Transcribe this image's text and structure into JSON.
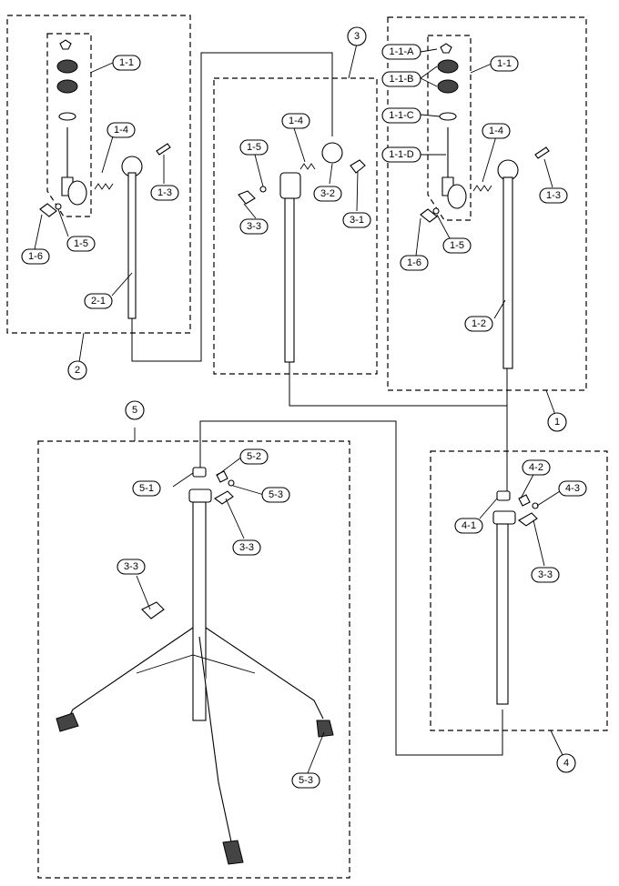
{
  "assemblies": [
    {
      "id": "1",
      "label": "1"
    },
    {
      "id": "2",
      "label": "2"
    },
    {
      "id": "3",
      "label": "3"
    },
    {
      "id": "4",
      "label": "4"
    },
    {
      "id": "5",
      "label": "5"
    }
  ],
  "parts": {
    "p1_1_left": "1-1",
    "p1_4_left": "1-4",
    "p1_3_left": "1-3",
    "p1_5_left": "1-5",
    "p1_6_left": "1-6",
    "p2_1": "2-1",
    "p1_4_mid": "1-4",
    "p1_5_mid": "1-5",
    "p3_2": "3-2",
    "p3_1": "3-1",
    "p3_3_mid": "3-3",
    "p1_1_a": "1-1-A",
    "p1_1_b": "1-1-B",
    "p1_1_c": "1-1-C",
    "p1_1_d": "1-1-D",
    "p1_1_right": "1-1",
    "p1_4_right": "1-4",
    "p1_3_right": "1-3",
    "p1_5_right": "1-5",
    "p1_6_right": "1-6",
    "p1_2": "1-2",
    "p5_2": "5-2",
    "p5_1": "5-1",
    "p5_3_top": "5-3",
    "p3_3_base": "3-3",
    "p3_3_leg": "3-3",
    "p5_3_foot": "5-3",
    "p4_2": "4-2",
    "p4_3": "4-3",
    "p4_1": "4-1",
    "p3_3_right": "3-3"
  }
}
